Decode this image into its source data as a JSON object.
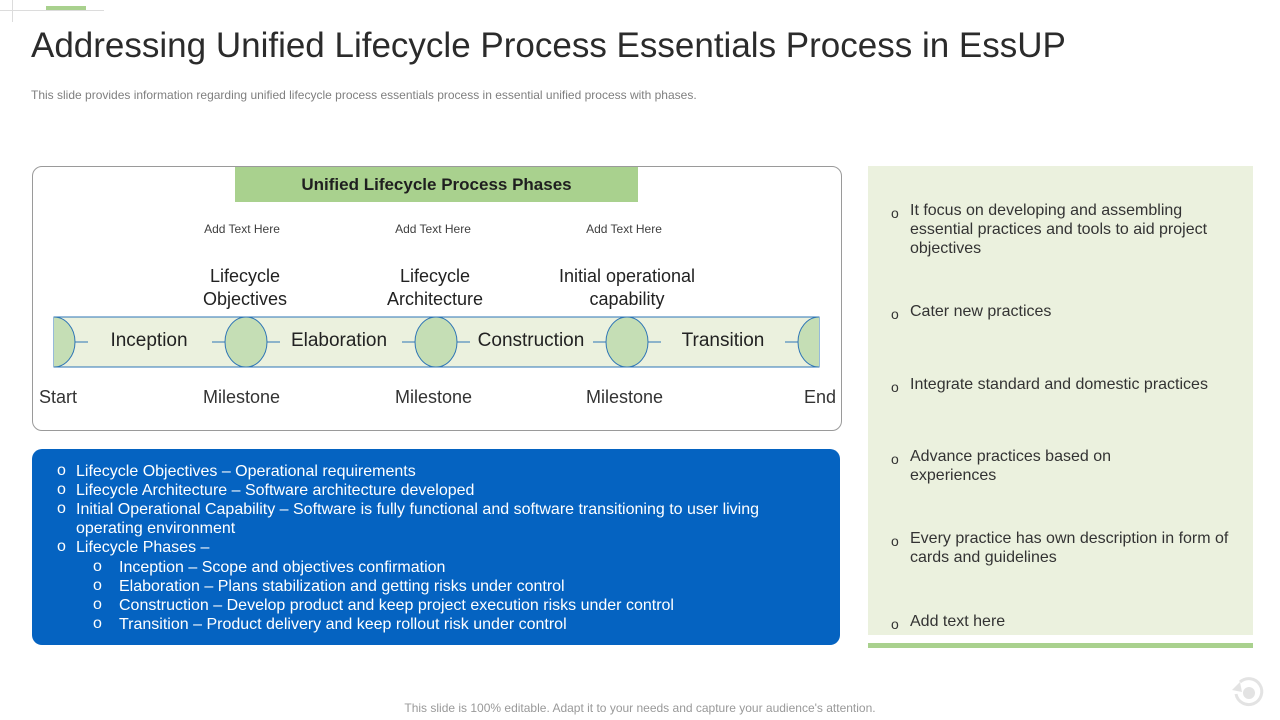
{
  "title": "Addressing Unified Lifecycle Process Essentials Process in EssUP",
  "subtitle": "This slide provides information regarding unified lifecycle process essentials process in essential unified process with phases.",
  "phases_panel": {
    "header": "Unified Lifecycle Process Phases",
    "add_text": [
      "Add Text Here",
      "Add Text Here",
      "Add Text Here"
    ],
    "milestone_names": [
      {
        "line1": "Lifecycle",
        "line2": "Objectives"
      },
      {
        "line1": "Lifecycle",
        "line2": "Architecture"
      },
      {
        "line1": "Initial operational",
        "line2": "capability"
      }
    ],
    "phases": [
      "Inception",
      "Elaboration",
      "Construction",
      "Transition"
    ],
    "bottom_labels": [
      "Start",
      "Milestone",
      "Milestone",
      "Milestone",
      "End"
    ]
  },
  "blue_list": {
    "bullet": "o",
    "items": [
      "Lifecycle Objectives – Operational requirements",
      "Lifecycle Architecture – Software architecture developed",
      "Initial Operational Capability – Software is fully functional and software transitioning to user living",
      "operating environment",
      "Lifecycle Phases –",
      "Inception – Scope and objectives confirmation",
      "Elaboration – Plans stabilization and getting risks under control",
      "Construction – Develop product and keep project execution risks under control",
      "Transition – Product delivery and keep rollout risk under control"
    ]
  },
  "green_list": {
    "bullet": "o",
    "items": [
      "It focus on developing and assembling essential practices and tools to aid project objectives",
      "Cater new practices",
      "Integrate standard and domestic practices",
      "Advance practices based on experiences",
      "Every practice has own description in form of cards and guidelines",
      "Add text here"
    ]
  },
  "footer": "This slide is 100% editable. Adapt it to your needs and capture your audience's attention.",
  "colors": {
    "accent_green": "#a9d18e",
    "light_green": "#ebf1de",
    "blue": "#0563c1",
    "timeline_stroke": "#2e75b6"
  }
}
